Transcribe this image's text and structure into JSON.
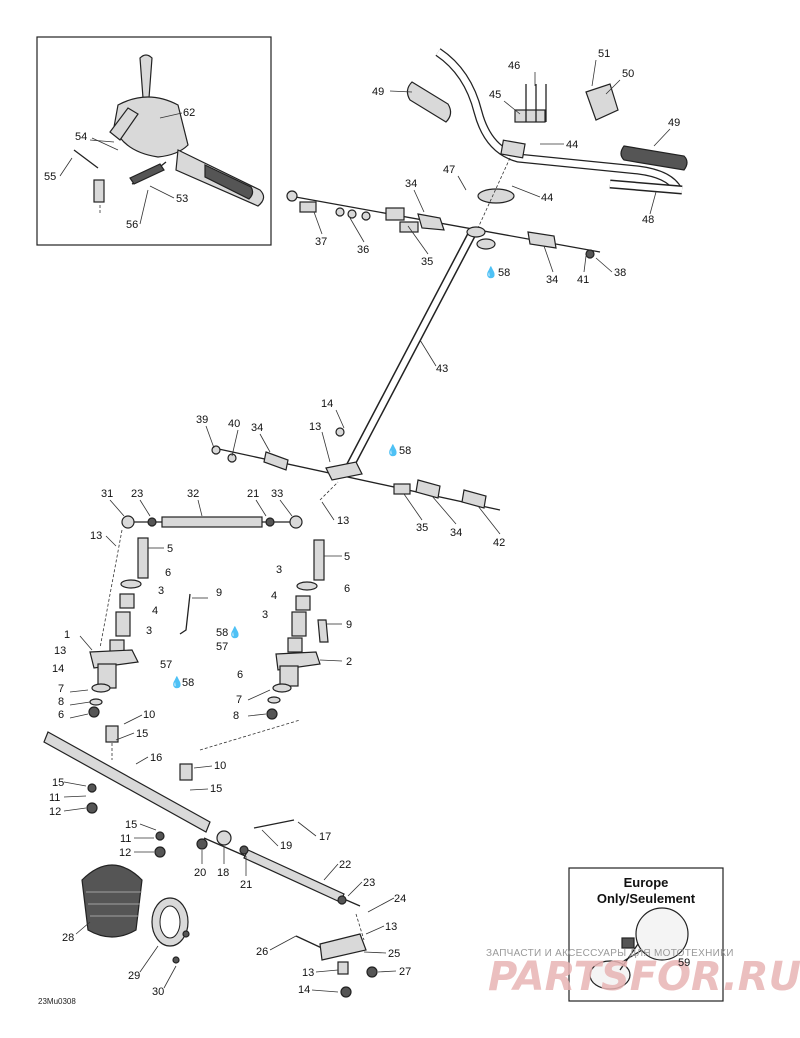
{
  "diagram": {
    "reference_code": "23Mu0308",
    "inset_europe": {
      "line1": "Europe",
      "line2": "Only/Seulement"
    },
    "watermark": {
      "top_text": "ЗАПЧАСТИ И АКСЕССУАРЫ ДЛЯ МОТОТЕХНИКИ",
      "brand": "PARTSFOR.RU"
    },
    "drop_symbol": "💧",
    "callouts": [
      {
        "id": "c62",
        "text": "62"
      },
      {
        "id": "c54",
        "text": "54"
      },
      {
        "id": "c55",
        "text": "55"
      },
      {
        "id": "c53",
        "text": "53"
      },
      {
        "id": "c56",
        "text": "56"
      },
      {
        "id": "c49a",
        "text": "49"
      },
      {
        "id": "c46",
        "text": "46"
      },
      {
        "id": "c51",
        "text": "51"
      },
      {
        "id": "c50",
        "text": "50"
      },
      {
        "id": "c45",
        "text": "45"
      },
      {
        "id": "c44a",
        "text": "44"
      },
      {
        "id": "c49b",
        "text": "49"
      },
      {
        "id": "c47",
        "text": "47"
      },
      {
        "id": "c44b",
        "text": "44"
      },
      {
        "id": "c48",
        "text": "48"
      },
      {
        "id": "c34a",
        "text": "34"
      },
      {
        "id": "c37",
        "text": "37"
      },
      {
        "id": "c36",
        "text": "36"
      },
      {
        "id": "c35a",
        "text": "35"
      },
      {
        "id": "c58a",
        "text": "58"
      },
      {
        "id": "c34b",
        "text": "34"
      },
      {
        "id": "c41",
        "text": "41"
      },
      {
        "id": "c38",
        "text": "38"
      },
      {
        "id": "c43",
        "text": "43"
      },
      {
        "id": "c14a",
        "text": "14"
      },
      {
        "id": "c39",
        "text": "39"
      },
      {
        "id": "c40",
        "text": "40"
      },
      {
        "id": "c34c",
        "text": "34"
      },
      {
        "id": "c13a",
        "text": "13"
      },
      {
        "id": "c58b",
        "text": "58"
      },
      {
        "id": "c31",
        "text": "31"
      },
      {
        "id": "c23a",
        "text": "23"
      },
      {
        "id": "c32",
        "text": "32"
      },
      {
        "id": "c21a",
        "text": "21"
      },
      {
        "id": "c33",
        "text": "33"
      },
      {
        "id": "c13b",
        "text": "13"
      },
      {
        "id": "c35b",
        "text": "35"
      },
      {
        "id": "c34d",
        "text": "34"
      },
      {
        "id": "c42",
        "text": "42"
      },
      {
        "id": "c13c",
        "text": "13"
      },
      {
        "id": "c5a",
        "text": "5"
      },
      {
        "id": "c5b",
        "text": "5"
      },
      {
        "id": "c6a",
        "text": "6"
      },
      {
        "id": "c3a",
        "text": "3"
      },
      {
        "id": "c4a",
        "text": "4"
      },
      {
        "id": "c3b",
        "text": "3"
      },
      {
        "id": "c9a",
        "text": "9"
      },
      {
        "id": "c3c",
        "text": "3"
      },
      {
        "id": "c6b",
        "text": "6"
      },
      {
        "id": "c4b",
        "text": "4"
      },
      {
        "id": "c3d",
        "text": "3"
      },
      {
        "id": "c9b",
        "text": "9"
      },
      {
        "id": "c58c",
        "text": "58"
      },
      {
        "id": "c57a",
        "text": "57"
      },
      {
        "id": "c1",
        "text": "1"
      },
      {
        "id": "c13d",
        "text": "13"
      },
      {
        "id": "c14b",
        "text": "14"
      },
      {
        "id": "c57b",
        "text": "57"
      },
      {
        "id": "c58d",
        "text": "58"
      },
      {
        "id": "c2",
        "text": "2"
      },
      {
        "id": "c6c",
        "text": "6"
      },
      {
        "id": "c7a",
        "text": "7"
      },
      {
        "id": "c8a",
        "text": "8"
      },
      {
        "id": "c6d",
        "text": "6"
      },
      {
        "id": "c7b",
        "text": "7"
      },
      {
        "id": "c8b",
        "text": "8"
      },
      {
        "id": "c10a",
        "text": "10"
      },
      {
        "id": "c15a",
        "text": "15"
      },
      {
        "id": "c16",
        "text": "16"
      },
      {
        "id": "c10b",
        "text": "10"
      },
      {
        "id": "c15b",
        "text": "15"
      },
      {
        "id": "c15c",
        "text": "15"
      },
      {
        "id": "c11a",
        "text": "11"
      },
      {
        "id": "c12a",
        "text": "12"
      },
      {
        "id": "c15d",
        "text": "15"
      },
      {
        "id": "c11b",
        "text": "11"
      },
      {
        "id": "c12b",
        "text": "12"
      },
      {
        "id": "c19",
        "text": "19"
      },
      {
        "id": "c17",
        "text": "17"
      },
      {
        "id": "c20",
        "text": "20"
      },
      {
        "id": "c18",
        "text": "18"
      },
      {
        "id": "c21b",
        "text": "21"
      },
      {
        "id": "c22",
        "text": "22"
      },
      {
        "id": "c23b",
        "text": "23"
      },
      {
        "id": "c24",
        "text": "24"
      },
      {
        "id": "c28",
        "text": "28"
      },
      {
        "id": "c13e",
        "text": "13"
      },
      {
        "id": "c26",
        "text": "26"
      },
      {
        "id": "c25",
        "text": "25"
      },
      {
        "id": "c29",
        "text": "29"
      },
      {
        "id": "c13f",
        "text": "13"
      },
      {
        "id": "c27",
        "text": "27"
      },
      {
        "id": "c30",
        "text": "30"
      },
      {
        "id": "c14c",
        "text": "14"
      },
      {
        "id": "c59",
        "text": "59"
      }
    ]
  }
}
